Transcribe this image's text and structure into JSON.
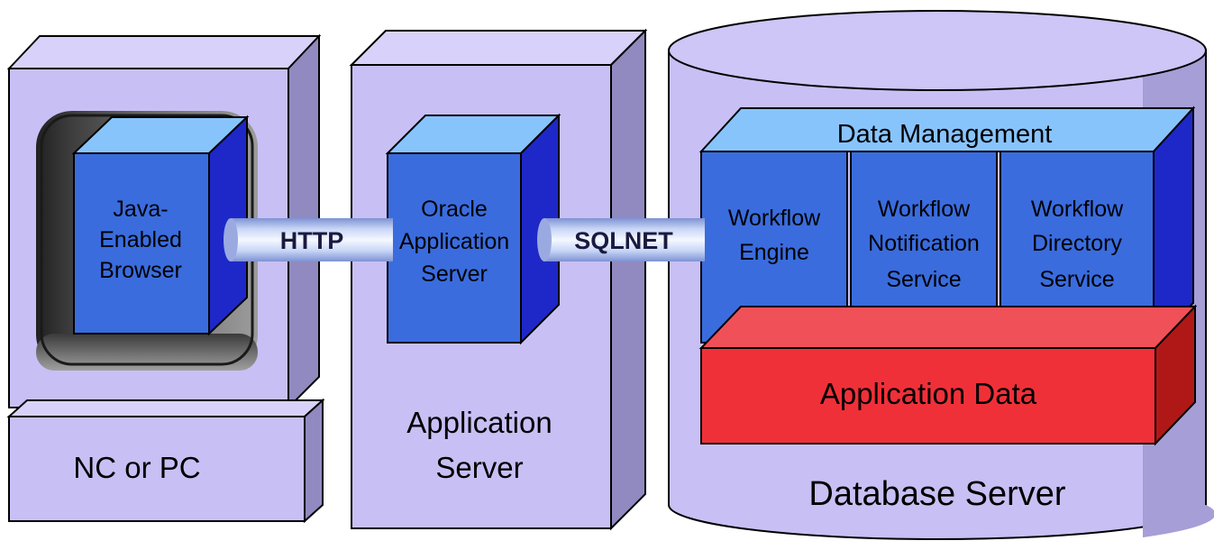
{
  "diagram": {
    "client": {
      "caption": "NC or PC",
      "browser_lines": [
        "Java-",
        "Enabled",
        "Browser"
      ]
    },
    "connections": {
      "http": "HTTP",
      "sqlnet": "SQLNET"
    },
    "app_server": {
      "caption_lines": [
        "Application",
        "Server"
      ],
      "box_lines": [
        "Oracle",
        "Application",
        "Server"
      ]
    },
    "database": {
      "caption": "Database Server",
      "data_management": "Data Management",
      "engine_lines": [
        "Workflow",
        "Engine"
      ],
      "notification_lines": [
        "Workflow",
        "Notification",
        "Service"
      ],
      "directory_lines": [
        "Workflow",
        "Directory",
        "Service"
      ],
      "application_data": "Application Data"
    },
    "colors": {
      "lavender": "#c8c0f4",
      "lavender_dark": "#9a92c8",
      "box_front": "#3a6cde",
      "box_top": "#88c4fc",
      "box_side": "#1e28c8",
      "red": "#f03038",
      "red_dark": "#b01818",
      "pipe": "#c4d4f4"
    }
  }
}
